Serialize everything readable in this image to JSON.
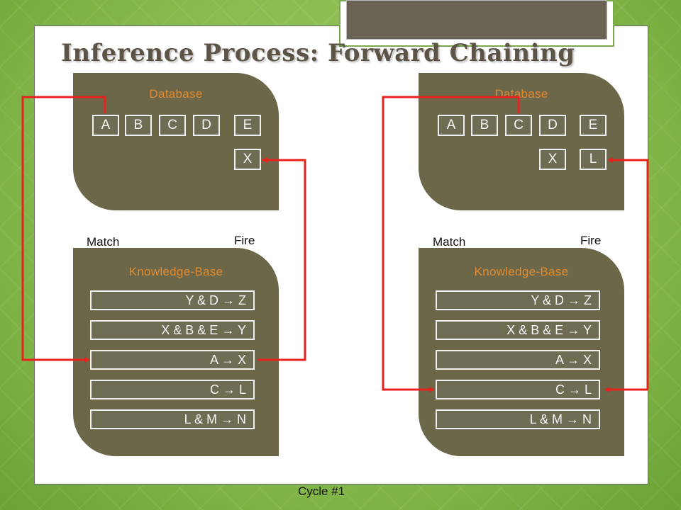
{
  "title": "Inference Process: Forward Chaining",
  "left": {
    "database_title": "Database",
    "facts_row1": [
      "A",
      "B",
      "C",
      "D",
      "E"
    ],
    "facts_row2": [
      "X"
    ],
    "match_label": "Match",
    "fire_label": "Fire",
    "kb_title": "Knowledge-Base",
    "rules": [
      "Y & D  → Z",
      "X & B & E → Y",
      "A → X",
      "C → L",
      "L & M → N"
    ]
  },
  "right": {
    "database_title": "Database",
    "facts_row1": [
      "A",
      "B",
      "C",
      "D",
      "E"
    ],
    "facts_row2": [
      "X",
      "L"
    ],
    "match_label": "Match",
    "fire_label": "Fire",
    "kb_title": "Knowledge-Base",
    "rules": [
      "Y & D  → Z",
      "X & B & E → Y",
      "A → X",
      "C → L",
      "L & M → N"
    ]
  },
  "cycle_label": "Cycle #1",
  "colors": {
    "arrow": "#e8231f",
    "panel": "#6b6748",
    "panel_title": "#e0892f"
  }
}
